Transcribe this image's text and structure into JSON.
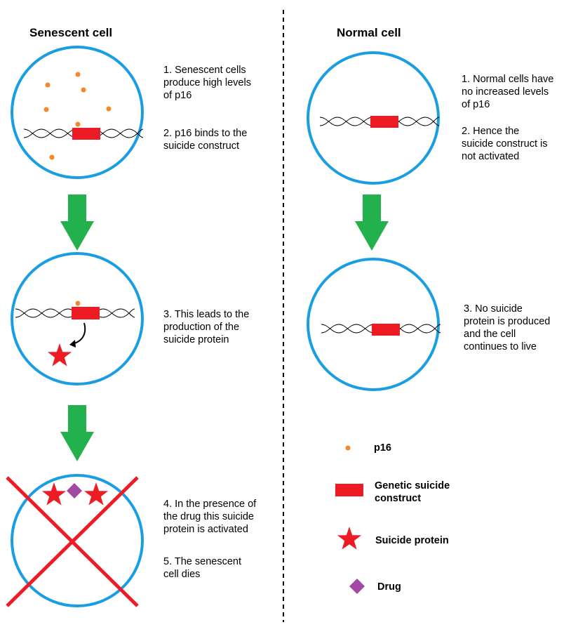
{
  "titles": {
    "senescent": "Senescent cell",
    "normal": "Normal cell"
  },
  "senescent_steps": {
    "s1": [
      "1. Senescent cells",
      "produce high levels",
      "of p16"
    ],
    "s2": [
      "2. p16 binds to the",
      "suicide construct"
    ],
    "s3": [
      "3. This leads to the",
      "production of the",
      "suicide protein"
    ],
    "s4": [
      "4. In the presence of",
      "the drug this suicide",
      "protein is activated"
    ],
    "s5": [
      "5. The senescent",
      "cell dies"
    ]
  },
  "normal_steps": {
    "s1": [
      "1. Normal cells have",
      "no increased levels",
      "of p16"
    ],
    "s2": [
      "2. Hence the",
      "suicide construct is",
      "not activated"
    ],
    "s3": [
      "3. No suicide",
      "protein is produced",
      "and the cell",
      "continues to live"
    ]
  },
  "legend": {
    "p16": "p16",
    "construct": [
      "Genetic suicide",
      "construct"
    ],
    "protein": "Suicide protein",
    "drug": "Drug"
  },
  "colors": {
    "cell_border": "#1a9ee3",
    "arrow": "#22b14c",
    "construct": "#ed1c24",
    "star": "#ed1c24",
    "p16": "#f7862a",
    "drug": "#a349a4",
    "cross": "#ed1c24",
    "divider": "#000000",
    "dna": "#000000"
  },
  "icons": {
    "p16": "orange-dot-icon",
    "construct": "red-rectangle-icon",
    "protein": "red-star-icon",
    "drug": "purple-diamond-icon",
    "arrow": "green-down-arrow-icon"
  }
}
